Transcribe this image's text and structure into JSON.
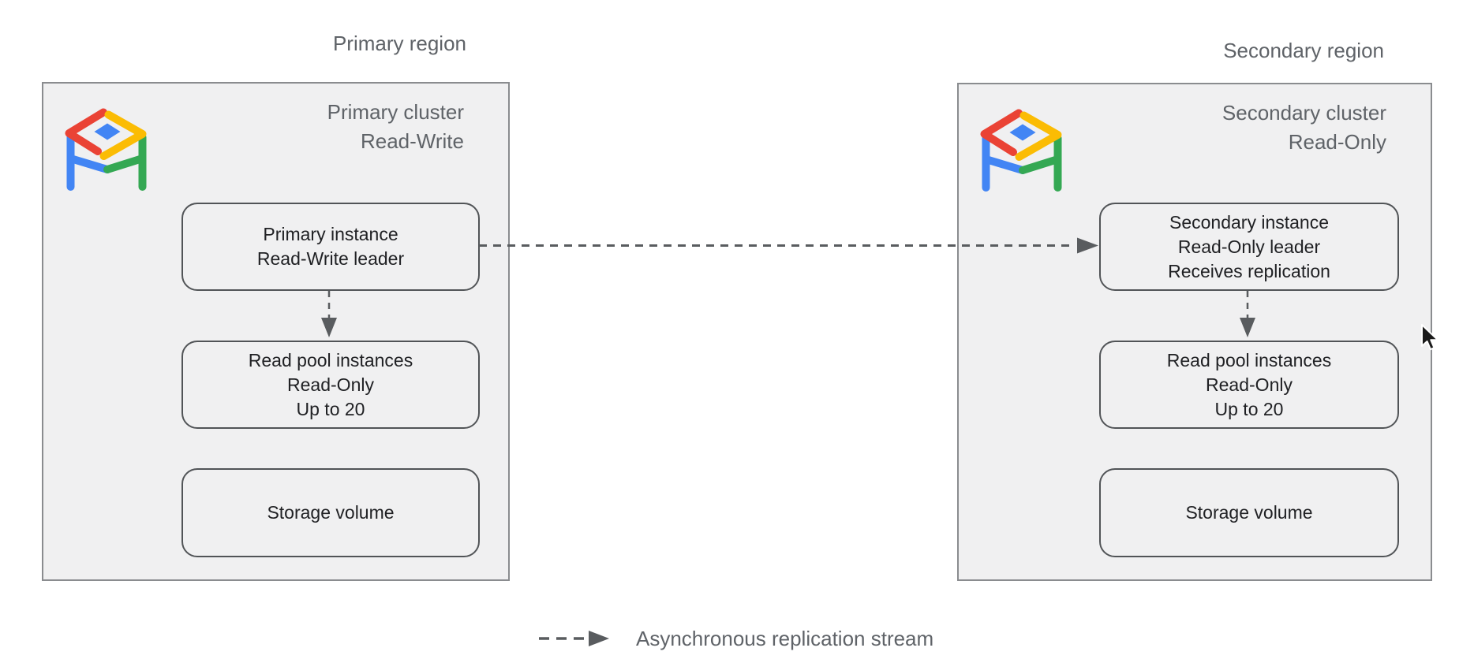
{
  "left": {
    "region_title": "Primary region",
    "cluster_title_lines": [
      "Primary cluster",
      "Read-Write"
    ],
    "instance_lines": [
      "Primary instance",
      "Read-Write leader"
    ],
    "read_pool_lines": [
      "Read pool instances",
      "Read-Only",
      "Up to 20"
    ],
    "storage_lines": [
      "Storage volume"
    ]
  },
  "right": {
    "region_title": "Secondary region",
    "cluster_title_lines": [
      "Secondary cluster",
      "Read-Only"
    ],
    "instance_lines": [
      "Secondary instance",
      "Read-Only leader",
      "Receives replication"
    ],
    "read_pool_lines": [
      "Read pool instances",
      "Read-Only",
      "Up to 20"
    ],
    "storage_lines": [
      "Storage volume"
    ]
  },
  "legend": {
    "label": "Asynchronous replication stream"
  },
  "icons": {
    "cluster_logo": "alloydb-logo",
    "pointer": "mouse-cursor",
    "arrows": [
      "replication-stream-arrow",
      "leader-to-readpool-arrow"
    ]
  },
  "colors": {
    "page_background": "#ffffff",
    "cluster_fill": "#f0f0f1",
    "cluster_border": "#8a8c8f",
    "node_border": "#515457",
    "node_text": "#202124",
    "muted_text": "#5f6368",
    "arrow": "#595c5f",
    "logo_red": "#ea4335",
    "logo_yellow": "#fbbc04",
    "logo_blue": "#4285f4",
    "logo_green": "#34a853"
  }
}
